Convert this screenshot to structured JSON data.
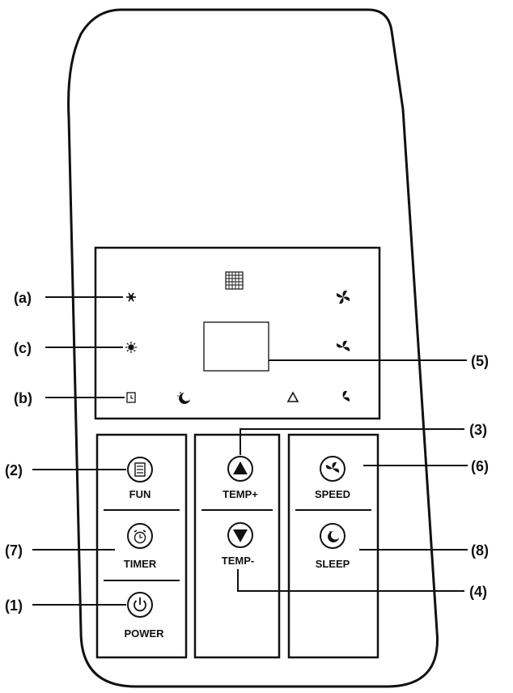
{
  "callouts": {
    "a": "(a)",
    "c": "(c)",
    "b": "(b)",
    "n1": "(1)",
    "n2": "(2)",
    "n3": "(3)",
    "n4": "(4)",
    "n5": "(5)",
    "n6": "(6)",
    "n7": "(7)",
    "n8": "(8)"
  },
  "buttons": {
    "fun": "FUN",
    "timer": "TIMER",
    "power": "POWER",
    "temp_up": "TEMP+",
    "temp_down": "TEMP-",
    "speed": "SPEED",
    "sleep": "SLEEP"
  },
  "icons": {
    "cool_mode": "snowflake-icon",
    "heat_mode": "sun-icon",
    "timer_indicator": "timer-indicator-icon",
    "sleep_indicator": "moon-icon",
    "filter_indicator": "grid-icon",
    "alert_indicator": "triangle-icon",
    "fan_high": "fan-icon",
    "fan_medium": "fan-icon",
    "fan_low": "fan-icon"
  }
}
